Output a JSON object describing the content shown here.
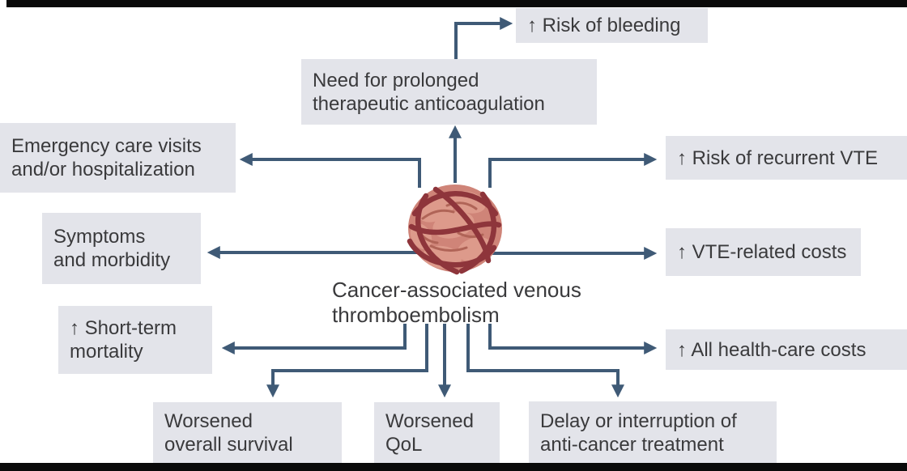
{
  "figure_type": "medical-concept-diagram",
  "center": {
    "label_lines": [
      "Cancer-associated venous",
      "thromboembolism"
    ],
    "icon": "blood-clot-illustration"
  },
  "boxes": {
    "risk_bleeding": {
      "lines": [
        "↑ Risk of bleeding"
      ]
    },
    "need_anticoagulation": {
      "lines": [
        "Need for prolonged",
        "therapeutic anticoagulation"
      ]
    },
    "emergency": {
      "lines": [
        "Emergency care visits",
        "and/or hospitalization"
      ]
    },
    "risk_recurrent": {
      "lines": [
        "↑ Risk of recurrent VTE"
      ]
    },
    "symptoms": {
      "lines": [
        "Symptoms",
        "and morbidity"
      ]
    },
    "vte_costs": {
      "lines": [
        "↑ VTE-related costs"
      ]
    },
    "short_term": {
      "lines": [
        "↑ Short-term",
        "mortality"
      ]
    },
    "all_costs": {
      "lines": [
        "↑ All health-care costs"
      ]
    },
    "overall_survival": {
      "lines": [
        "Worsened",
        "overall survival"
      ]
    },
    "qol": {
      "lines": [
        "Worsened",
        "QoL"
      ]
    },
    "delay": {
      "lines": [
        "Delay or interruption of",
        "anti-cancer treatment"
      ]
    }
  },
  "colors": {
    "arrow_color": "#3f5a76",
    "box_bg": "#e3e4ea",
    "text_color": "#3a3a3c",
    "letterbox": "#0a0a0a",
    "canvas_bg": "#ffffff",
    "clot_cell": "#cf8478",
    "clot_cell_light": "#dd9a8b",
    "clot_cell_dark": "#b06457",
    "clot_strand": "#8e353b"
  }
}
